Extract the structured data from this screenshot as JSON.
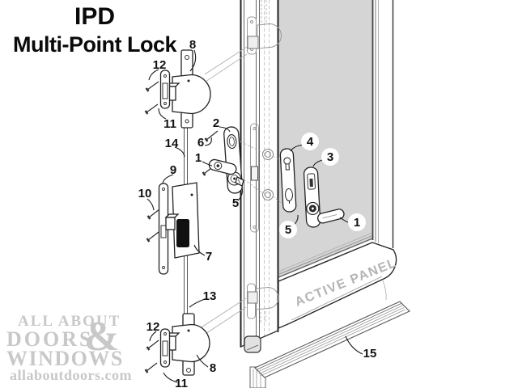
{
  "title": {
    "line1": "IPD",
    "line2": "Multi-Point Lock"
  },
  "door": {
    "panel_label": "ACTIVE PANEL"
  },
  "watermark": {
    "line1": "ALL ABOUT",
    "line2": "DOORS",
    "amp": "&",
    "line3": "WINDOWS",
    "line4": "allaboutdoors.com"
  },
  "colors": {
    "glass": "#d5d5d5",
    "line": "#222222",
    "ghost": "#999999",
    "watermark": "#c8c8c8",
    "panel_text": "#b4b4b4",
    "label": "#111111"
  },
  "parts": [
    {
      "num": "12"
    },
    {
      "num": "8"
    },
    {
      "num": "11"
    },
    {
      "num": "14"
    },
    {
      "num": "9"
    },
    {
      "num": "10"
    },
    {
      "num": "2"
    },
    {
      "num": "6"
    },
    {
      "num": "1"
    },
    {
      "num": "5"
    },
    {
      "num": "7"
    },
    {
      "num": "13"
    },
    {
      "num": "12"
    },
    {
      "num": "8"
    },
    {
      "num": "11"
    },
    {
      "num": "4"
    },
    {
      "num": "3"
    },
    {
      "num": "1"
    },
    {
      "num": "5"
    },
    {
      "num": "15"
    }
  ]
}
